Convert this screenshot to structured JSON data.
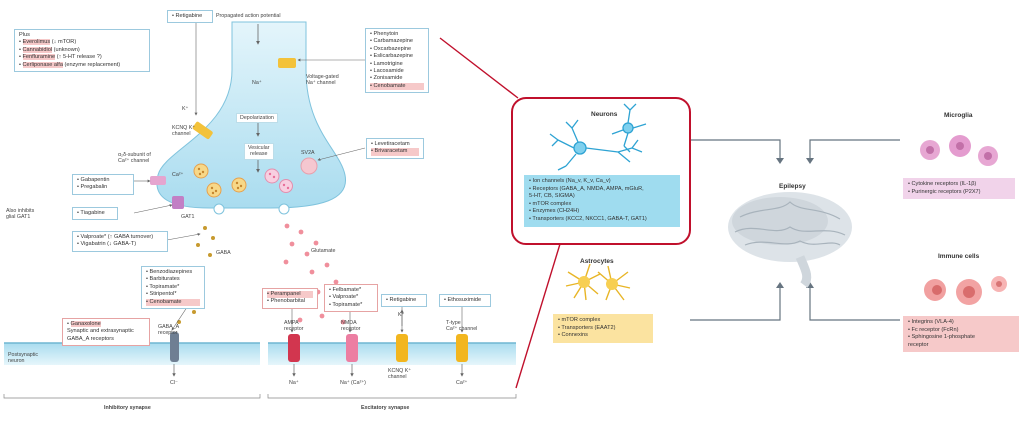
{
  "synapse": {
    "top_label": "Propagated action potential",
    "plus_box": {
      "title": "Plus",
      "items": [
        {
          "drug": "Everolimus",
          "note": "(↓ mTOR)",
          "hl": true
        },
        {
          "drug": "Cannabidiol",
          "note": "(unknown)",
          "hl": true
        },
        {
          "drug": "Fenfluramine",
          "note": "(↑ 5-HT release ?)",
          "hl": true
        },
        {
          "drug": "Cerliponase alfa",
          "note": "(enzyme replacement)",
          "hl": true
        }
      ]
    },
    "retigabine_top": "Retigabine",
    "kcnq_label_line1": "KCNQ K⁺",
    "kcnq_label_line2": "channel",
    "k_ion": "K⁺",
    "na_ion": "Na⁺",
    "na_channel_line1": "Voltage-gated",
    "na_channel_line2": "Na⁺ channel",
    "na_drugs": [
      "Phenytoin",
      "Carbamazepine",
      "Oxcarbazepine",
      "Eslicarbazepine",
      "Lamotrigine",
      "Lacosamide",
      "Zonisamide",
      "Cenobamate"
    ],
    "depolarization": "Depolarization",
    "vesicular_line1": "Vesicular",
    "vesicular_line2": "release",
    "sv2a": "SV2A",
    "sv2a_drugs": [
      "Levetiracetam",
      "Brivaracetam"
    ],
    "a2d_line1": "α₂δ-subunit of",
    "a2d_line2": "Ca²⁺ channel",
    "ca_ion": "Ca²⁺",
    "gaba_drugs_a": [
      "Gabapentin",
      "Pregabalin"
    ],
    "gat1": "GAT1",
    "also_line1": "Also inhibits",
    "also_line2": "glial GAT1",
    "tiagabine": "Tiagabine",
    "gaba_drugs_b": [
      "Valproate* (↑ GABA turnover)",
      "Vigabatrin (↓ GABA-T)"
    ],
    "gaba_label": "GABA",
    "glutamate_label": "Glutamate",
    "gabaa_drugs": [
      "Benzodiazepines",
      "Barbiturates",
      "Topiramate*",
      "Stiripentol*",
      "Cenobamate"
    ],
    "ganaxolone_drugs": [
      "Ganaxolone",
      "Synaptic and extrasynaptic",
      "GABA_A receptors"
    ],
    "gabaa_receptor_line1": "GABA_A",
    "gabaa_receptor_line2": "receptor",
    "ampa_drugs": [
      "Perampanel",
      "Phenobarbital"
    ],
    "nmda_drugs": [
      "Felbamate*",
      "Valproate*",
      "Topiramate*"
    ],
    "retigabine_bottom": "Retigabine",
    "ethosuximide": "Ethosuximide",
    "ampa_line1": "AMPA",
    "ampa_line2": "receptor",
    "nmda_line1": "NMDA",
    "nmda_line2": "receptor",
    "kcnq2_line1": "KCNQ K⁺",
    "kcnq2_line2": "channel",
    "ttype_line1": "T-type",
    "ttype_line2": "Ca²⁺ channel",
    "postsyn_line1": "Postsynaptic",
    "postsyn_line2": "neuron",
    "cl_ion": "Cl⁻",
    "na_ion2": "Na⁺",
    "naca_ion": "Na⁺ (Ca²⁺)",
    "k_ion2": "K⁺",
    "ca_ion2": "Ca²⁺",
    "inhibitory": "Inhibitory synapse",
    "excitatory": "Excitatory synapse"
  },
  "epilepsy_panel": {
    "center_label": "Epilepsy",
    "neurons": {
      "title": "Neurons",
      "items": [
        "• Ion channels (Na_v, K_v, Ca_v)",
        "• Receptors (GABA_A, NMDA, AMPA, mGluR,",
        "   5-HT, CB, SIGMA)",
        "• mTOR complex",
        "• Enzymes (CH24H)",
        "• Transporters (KCC2, NKCC1, GABA-T, GAT1)"
      ]
    },
    "astrocytes": {
      "title": "Astrocytes",
      "items": [
        "• mTOR complex",
        "• Transporters (EAAT2)",
        "• Connexins"
      ]
    },
    "microglia": {
      "title": "Microglia",
      "items": [
        "• Cytokine receptors (IL-1β)",
        "• Purinergic receptors (P2X7)"
      ]
    },
    "immune": {
      "title": "Immune cells",
      "items": [
        "• Integrins (VLA-4)",
        "• Fc receptor (FcRn)",
        "• Sphingosine 1-phosphate",
        "   receptor"
      ]
    }
  },
  "colors": {
    "presynaptic": "#bde6f4",
    "neuron_highlight": "#c0102c",
    "gaba_dot": "#c79a2e",
    "glutamate_dot": "#f08f9c"
  }
}
